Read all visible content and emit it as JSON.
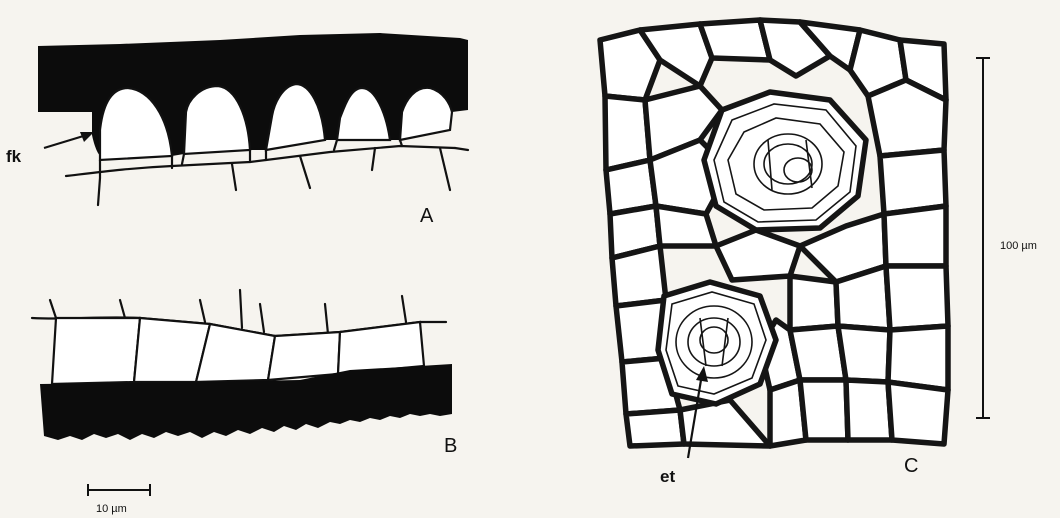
{
  "panels": {
    "a": {
      "letter": "A",
      "callout": "fk"
    },
    "b": {
      "letter": "B"
    },
    "c": {
      "letter": "C",
      "callout": "et"
    }
  },
  "scale_bars": {
    "small": {
      "label": "10 µm"
    },
    "large": {
      "label": "100 µm"
    }
  },
  "colors": {
    "ink": "#0c0c0c",
    "paper": "#f6f4ef"
  }
}
